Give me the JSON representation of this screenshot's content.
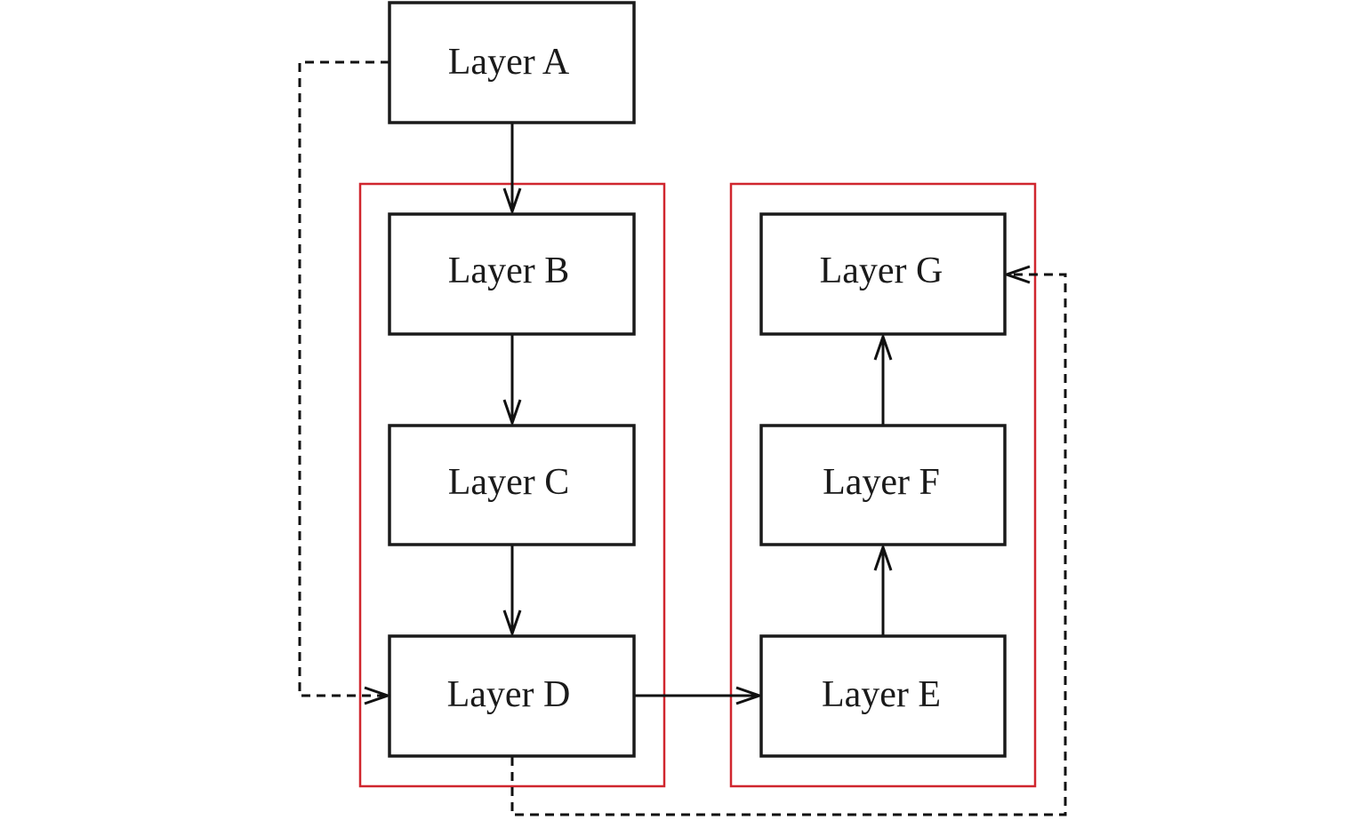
{
  "diagram": {
    "nodes": [
      {
        "id": "A",
        "label": "Layer A"
      },
      {
        "id": "B",
        "label": "Layer B"
      },
      {
        "id": "C",
        "label": "Layer C"
      },
      {
        "id": "D",
        "label": "Layer D"
      },
      {
        "id": "E",
        "label": "Layer E"
      },
      {
        "id": "F",
        "label": "Layer F"
      },
      {
        "id": "G",
        "label": "Layer G"
      }
    ],
    "groups": [
      {
        "id": "left-group",
        "members": [
          "B",
          "C",
          "D"
        ],
        "color": "#d0262e"
      },
      {
        "id": "right-group",
        "members": [
          "E",
          "F",
          "G"
        ],
        "color": "#d0262e"
      }
    ],
    "edges": [
      {
        "from": "A",
        "to": "B",
        "style": "solid"
      },
      {
        "from": "B",
        "to": "C",
        "style": "solid"
      },
      {
        "from": "C",
        "to": "D",
        "style": "solid"
      },
      {
        "from": "D",
        "to": "E",
        "style": "solid"
      },
      {
        "from": "E",
        "to": "F",
        "style": "solid"
      },
      {
        "from": "F",
        "to": "G",
        "style": "solid"
      },
      {
        "from": "A",
        "to": "D",
        "style": "dashed"
      },
      {
        "from": "D",
        "to": "G",
        "style": "dashed"
      }
    ]
  }
}
